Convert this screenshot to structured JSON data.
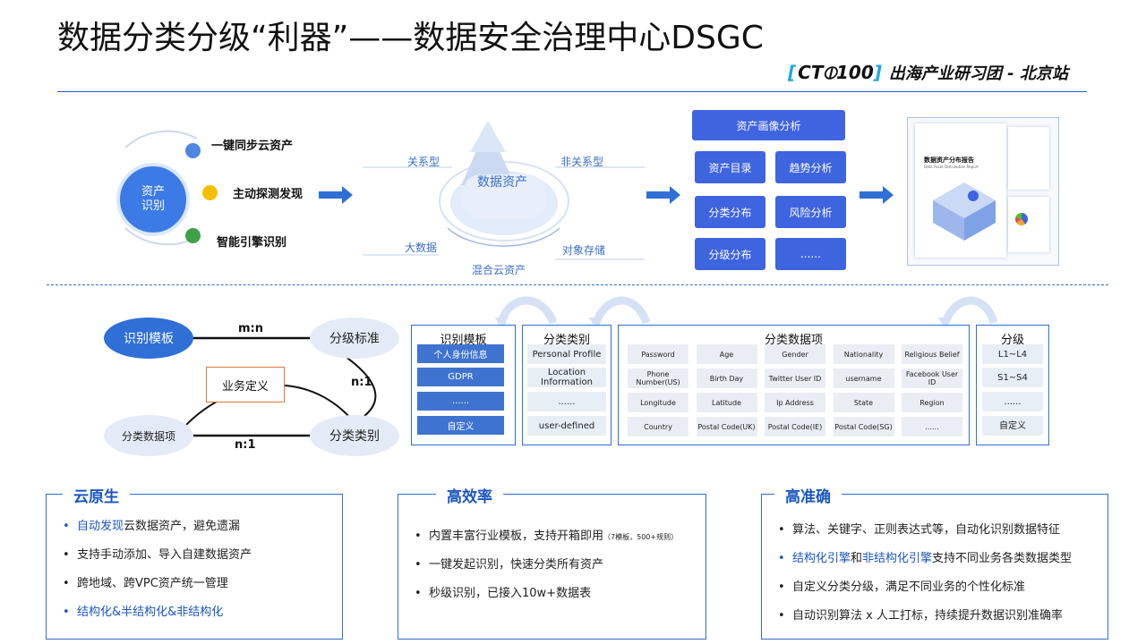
{
  "title": "数据分类分级“利器”——数据安全治理中心DSGC",
  "brand": {
    "bracket_open": "[",
    "name": "CT⦶100",
    "bracket_close": "]",
    "slogan": "出海产业研习团 - 北京站"
  },
  "discovery": {
    "center": "资产识别",
    "methods": [
      "一键同步云资产",
      "主动探测发现",
      "智能引擎识别"
    ]
  },
  "asset_pool": {
    "center": "数据资产",
    "labels": [
      "关系型",
      "非关系型",
      "大数据",
      "对象存储",
      "混合云资产"
    ]
  },
  "analysis": {
    "header": "资产画像分析",
    "items": [
      "资产目录",
      "趋势分析",
      "分类分布",
      "风险分析",
      "分级分布",
      "......"
    ]
  },
  "report": {
    "title": "数据资产分布报告",
    "subtitle": "Data Asset Distribution Report"
  },
  "relation": {
    "nodes": [
      "识别模板",
      "分级标准",
      "业务定义",
      "分类数据项",
      "分类类别"
    ],
    "edges": [
      "m:n",
      "n:1",
      "n:1"
    ]
  },
  "templates_panel": {
    "title": "识别模板",
    "items": [
      "个人身份信息",
      "GDPR",
      "......",
      "自定义"
    ]
  },
  "category_panel": {
    "title": "分类类别",
    "items": [
      "Personal Profile",
      "Location Information",
      "......",
      "user-defined"
    ]
  },
  "items_panel": {
    "title": "分类数据项",
    "rows": [
      [
        "Password",
        "Age",
        "Gender",
        "Nationality",
        "Religious Belief"
      ],
      [
        "Phone Number(US)",
        "Birth Day",
        "Twitter User ID",
        "username",
        "Facebook User ID"
      ],
      [
        "Longitude",
        "Latitude",
        "Ip Address",
        "State",
        "Region"
      ],
      [
        "Country",
        "Postal Code(UK)",
        "Postal Code(IE)",
        "Postal Code(SG)",
        "......"
      ]
    ]
  },
  "level_panel": {
    "title": "分级",
    "items": [
      "L1~L4",
      "S1~S4",
      "......",
      "自定义"
    ]
  },
  "features": [
    {
      "title": "云原生",
      "bullets": [
        {
          "pre": "",
          "hl1": "自动发现",
          "mid": "云数据资产，避免遗漏",
          "hl2": "",
          "post": ""
        },
        {
          "pre": "支持手动添加、导入自建数据资产",
          "hl1": "",
          "mid": "",
          "hl2": "",
          "post": ""
        },
        {
          "pre": "跨地域、跨VPC资产统一管理",
          "hl1": "",
          "mid": "",
          "hl2": "",
          "post": ""
        },
        {
          "pre": "",
          "hl1": "结构化&半结构化&非结构化",
          "mid": "",
          "hl2": "",
          "post": ""
        }
      ]
    },
    {
      "title": "高效率",
      "bullets": [
        {
          "pre": "内置丰富行业模板，支持开箱即用",
          "hl1": "",
          "mid": "",
          "hl2": "",
          "post": "（7模板，500+规则）"
        },
        {
          "pre": "一键发起识别，快速分类所有资产",
          "hl1": "",
          "mid": "",
          "hl2": "",
          "post": ""
        },
        {
          "pre": "秒级识别，已接入10w+数据表",
          "hl1": "",
          "mid": "",
          "hl2": "",
          "post": ""
        }
      ]
    },
    {
      "title": "高准确",
      "bullets": [
        {
          "pre": "算法、关键字、正则表达式等，自动化识别数据特征",
          "hl1": "",
          "mid": "",
          "hl2": "",
          "post": ""
        },
        {
          "pre": "",
          "hl1": "结构化引擎",
          "mid": "和",
          "hl2": "非结构化引擎",
          "post": "支持不同业务各类数据类型"
        },
        {
          "pre": "自定义分类分级，满足不同业务的个性化标准",
          "hl1": "",
          "mid": "",
          "hl2": "",
          "post": ""
        },
        {
          "pre": "自动识别算法 x 人工打标，持续提升数据识别准确率",
          "hl1": "",
          "mid": "",
          "hl2": "",
          "post": ""
        }
      ]
    }
  ],
  "colors": {
    "accent": "#3f64e0",
    "heading": "#1a56c0",
    "line": "#2f6fd0",
    "brand": "#1fa6e6"
  }
}
